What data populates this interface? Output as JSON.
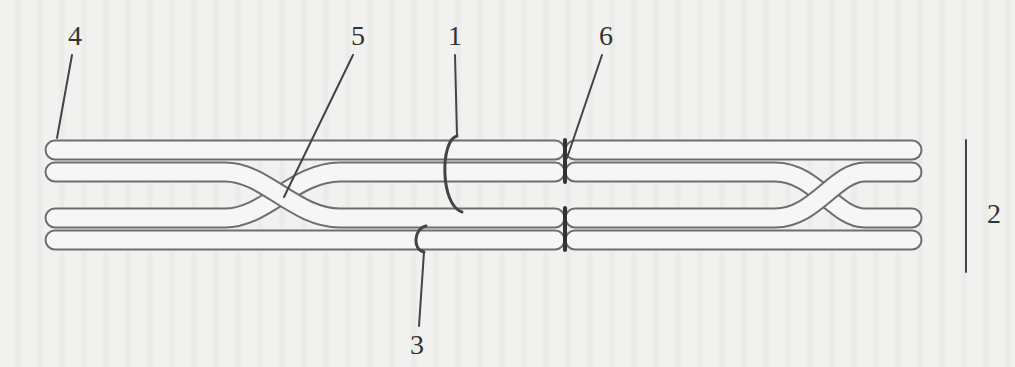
{
  "diagram": {
    "labels": [
      "4",
      "5",
      "1",
      "6",
      "2",
      "3"
    ]
  }
}
